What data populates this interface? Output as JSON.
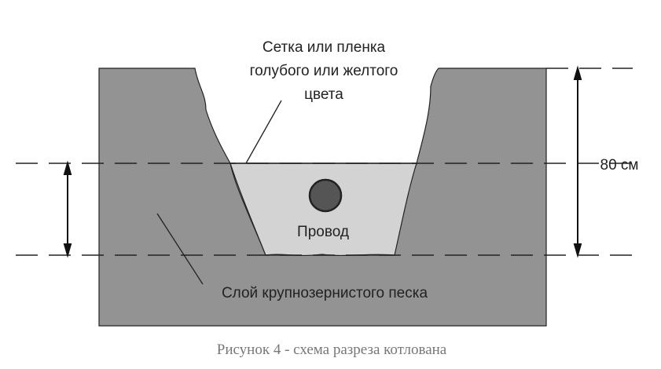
{
  "diagram": {
    "label_mesh": [
      "Сетка или пленка",
      "голубого или желтого",
      "цвета"
    ],
    "label_wire": "Провод",
    "label_sand": "Слой крупнозернистого песка",
    "label_depth": "80 см",
    "caption": "Рисунок 4 - схема разреза котлована",
    "colors": {
      "ground": "#939393",
      "sand": "#d3d3d3",
      "wire": "#555555"
    }
  }
}
